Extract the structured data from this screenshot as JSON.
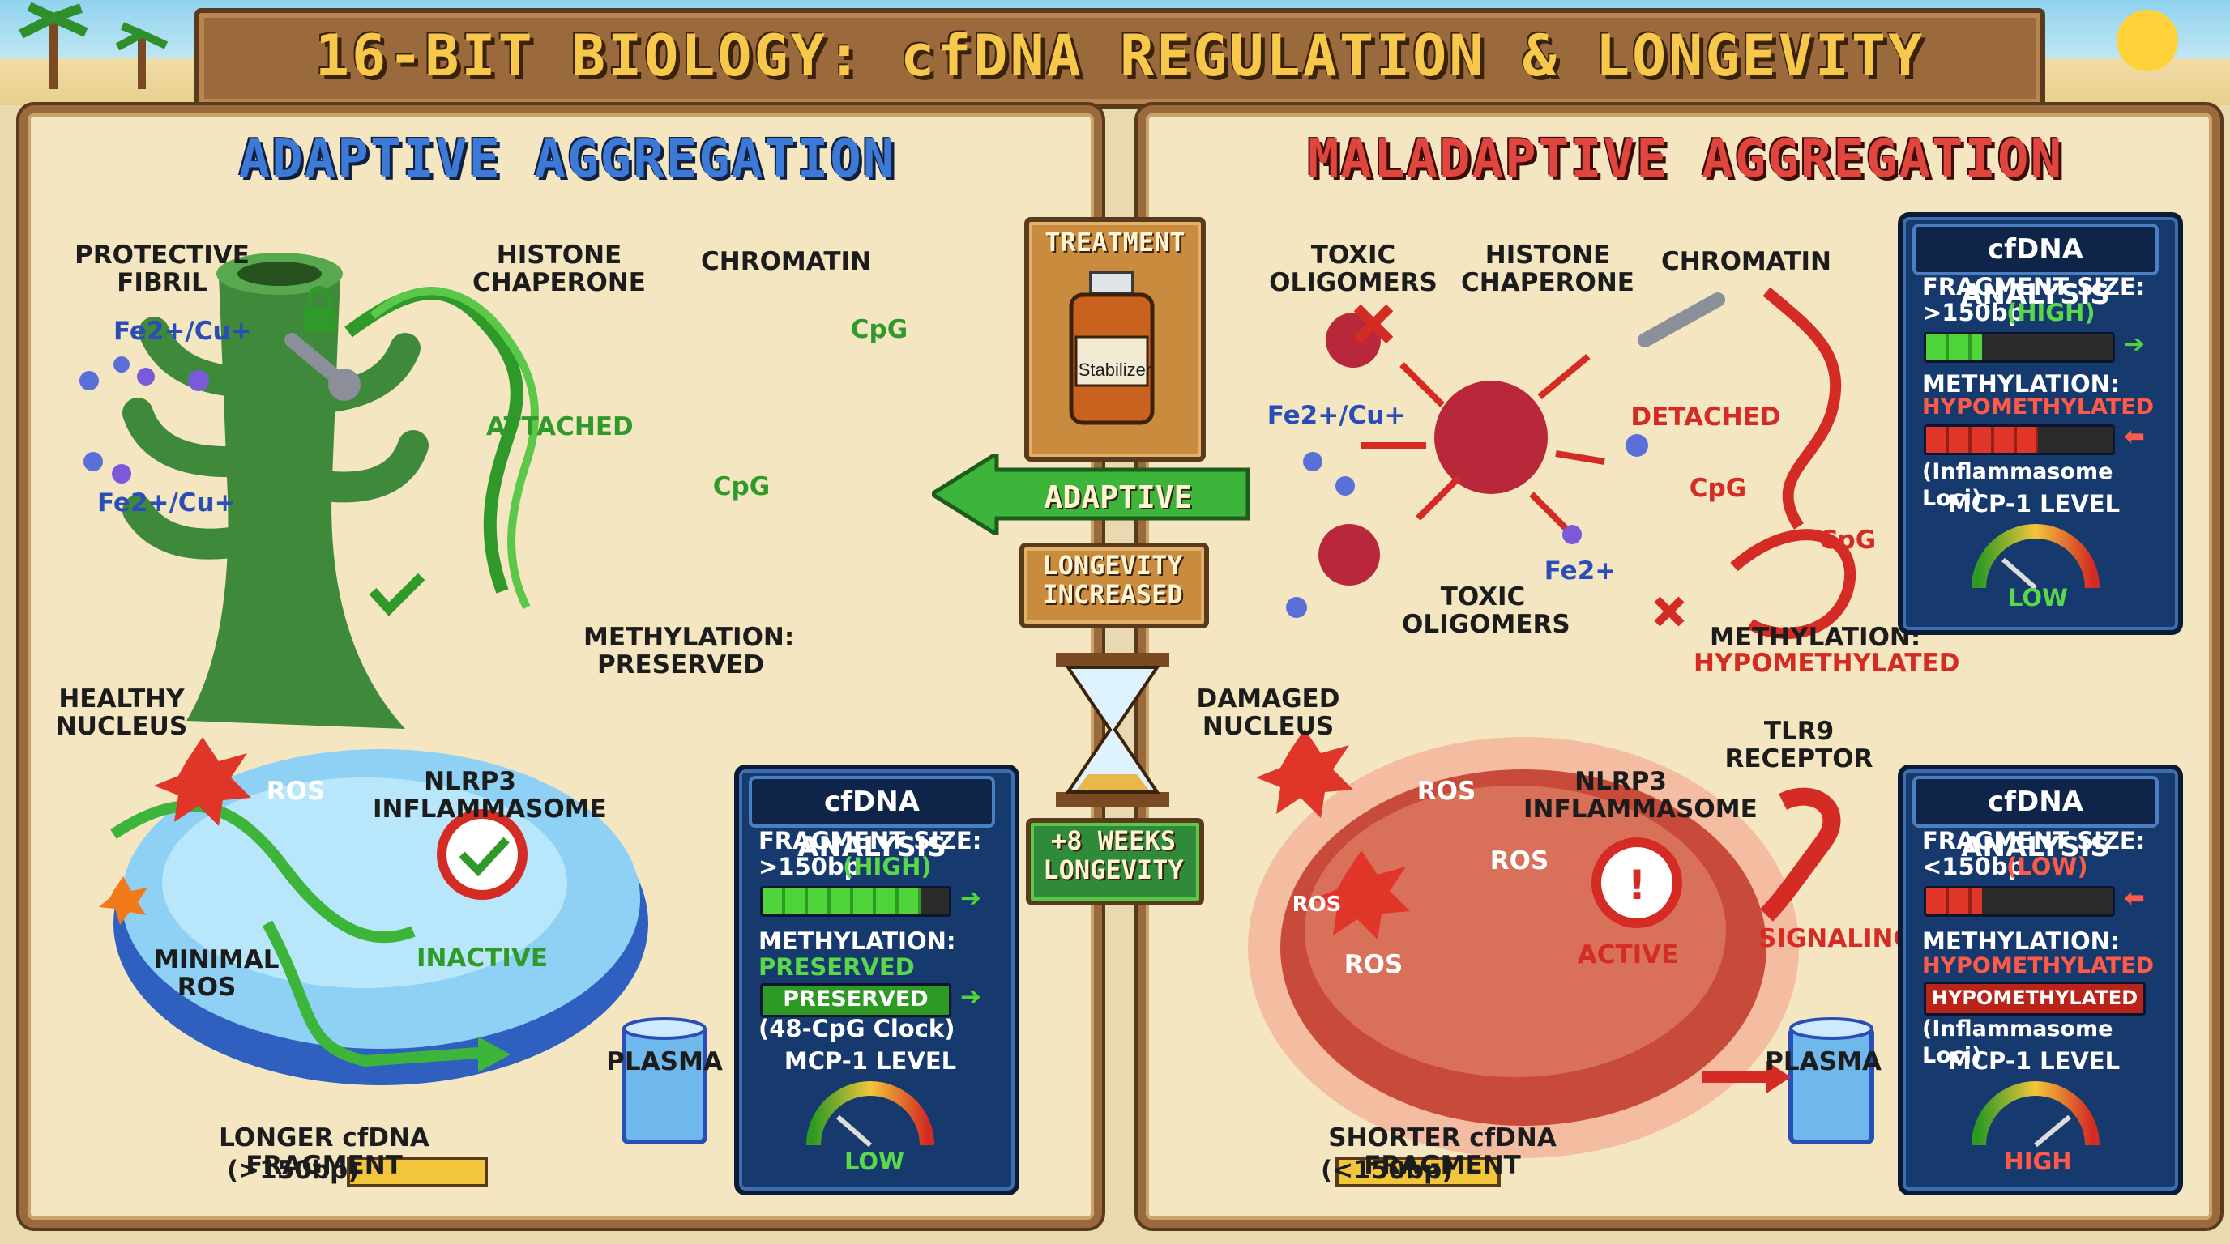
{
  "title": "16-BIT BIOLOGY: cfDNA REGULATION & LONGEVITY",
  "left": {
    "title": "ADAPTIVE AGGREGATION",
    "protective_fibril": "PROTECTIVE\nFIBRIL",
    "ion_label_1": "Fe2+/Cu+",
    "ion_label_2": "Fe2+/Cu+",
    "histone_chaperone": "HISTONE\nCHAPERONE",
    "attached": "ATTACHED",
    "chromatin": "CHROMATIN",
    "cpg_1": "CpG",
    "cpg_2": "CpG",
    "methylation": "METHYLATION:\nPRESERVED",
    "healthy_nucleus": "HEALTHY\nNUCLEUS",
    "ros": "ROS",
    "minimal_ros": "MINIMAL\nROS",
    "nlrp3": "NLRP3\nINFLAMMASOME",
    "inactive": "INACTIVE",
    "plasma": "PLASMA",
    "fragment": "LONGER cfDNA FRAGMENT",
    "fragment_size": "(>150bp)",
    "analysis": {
      "title": "cfDNA ANALYSIS",
      "fragment_label": "FRAGMENT SIZE:",
      "fragment_value": ">150bp",
      "fragment_tag": "(HIGH)",
      "fragment_level": 0.85,
      "methylation_label": "METHYLATION:",
      "methylation_value": "PRESERVED",
      "methylation_badge": "PRESERVED",
      "clock": "(48-CpG Clock)",
      "mcp_label": "MCP-1 LEVEL",
      "mcp_value": "LOW"
    }
  },
  "center": {
    "treatment": "TREATMENT",
    "bottle_label": "Stabilizer",
    "adaptive": "ADAPTIVE",
    "longevity_increased": "LONGEVITY\nINCREASED",
    "weeks": "+8 WEEKS\nLONGEVITY"
  },
  "right": {
    "title": "MALADAPTIVE AGGREGATION",
    "toxic_oligomers_1": "TOXIC\nOLIGOMERS",
    "toxic_oligomers_2": "TOXIC\nOLIGOMERS",
    "histone_chaperone": "HISTONE\nCHAPERONE",
    "detached": "DETACHED",
    "chromatin": "CHROMATIN",
    "ion_label_1": "Fe2+/Cu+",
    "ion_label_2": "Fe2+",
    "cpg_1": "CpG",
    "cpg_2": "CpG",
    "methylation_label": "METHYLATION:",
    "methylation_value": "HYPOMETHYLATED",
    "damaged_nucleus": "DAMAGED\nNUCLEUS",
    "ros": "ROS",
    "nlrp3": "NLRP3\nINFLAMMASOME",
    "active": "ACTIVE",
    "tlr9": "TLR9\nRECEPTOR",
    "signaling": "SIGNALING",
    "plasma": "PLASMA",
    "fragment": "SHORTER cfDNA FRAGMENT",
    "fragment_size": "(<150bp)",
    "analysis_top": {
      "title": "cfDNA ANALYSIS",
      "fragment_label": "FRAGMENT SIZE:",
      "fragment_value": ">150bp",
      "fragment_tag": "(HIGH)",
      "fragment_level": 0.3,
      "methylation_label": "METHYLATION:",
      "methylation_value": "HYPOMETHYLATED",
      "methylation_level": 0.6,
      "loci": "(Inflammasome Loci)",
      "mcp_label": "MCP-1 LEVEL",
      "mcp_value": "LOW"
    },
    "analysis_bottom": {
      "title": "cfDNA ANALYSIS",
      "fragment_label": "FRAGMENT SIZE:",
      "fragment_value": "<150bp",
      "fragment_tag": "(LOW)",
      "fragment_level": 0.3,
      "methylation_label": "METHYLATION:",
      "methylation_value": "HYPOMETHYLATED",
      "methylation_badge": "HYPOMETHYLATED",
      "loci": "(Inflammasome Loci)",
      "mcp_label": "MCP-1 LEVEL",
      "mcp_value": "HIGH"
    }
  },
  "colors": {
    "adaptive": "#3d7ad8",
    "maladaptive": "#e0463e",
    "healthy_green": "#2f9a2a",
    "panel_blue": "#173a6e"
  }
}
